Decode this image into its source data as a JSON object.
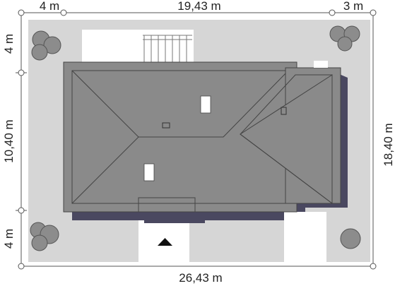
{
  "dimensions": {
    "top_left": "4 m",
    "top_middle": "19,43 m",
    "top_right": "3 m",
    "left_top": "4 m",
    "left_middle": "10,40 m",
    "left_bottom": "4 m",
    "right": "18,40 m",
    "bottom": "26,43 m"
  },
  "colors": {
    "plot": "#d6d6d6",
    "roof": "#8a8a8a",
    "shadow": "#4a4860",
    "paving": "#e4e4e4",
    "tree": "#8c8c8c"
  },
  "icons": {
    "north": "entrance-arrow-icon"
  }
}
